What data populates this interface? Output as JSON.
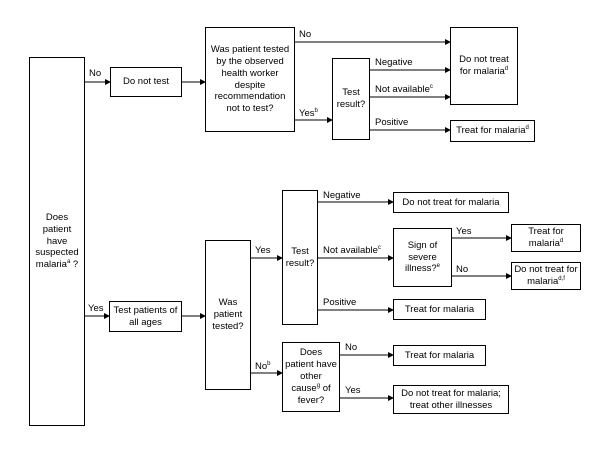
{
  "boxes": {
    "suspected_malaria": {
      "text": "Does patient have suspected malaria",
      "sup": "a",
      "suffix": " ?"
    },
    "do_not_test": {
      "text": "Do not test"
    },
    "tested_despite": {
      "text": "Was patient tested by the observed health worker despite recommendation not to test?"
    },
    "test_result_top": {
      "text": "Test result?"
    },
    "do_not_treat_top": {
      "text": "Do not treat for malaria",
      "sup": "d"
    },
    "treat_top": {
      "text": "Treat for malaria",
      "sup": "d"
    },
    "test_all_ages": {
      "text": "Test patients of all ages"
    },
    "was_tested": {
      "text": "Was patient tested?"
    },
    "test_result_mid": {
      "text": "Test result?"
    },
    "do_not_treat_neg": {
      "text": "Do not treat for malaria"
    },
    "severe_illness": {
      "text": "Sign of severe illness?",
      "sup": "e"
    },
    "treat_severe": {
      "text": "Treat for malaria",
      "sup": "d"
    },
    "do_not_treat_severe": {
      "text": "Do not treat for malaria",
      "sup": "d,f"
    },
    "treat_positive": {
      "text": "Treat for malaria"
    },
    "other_cause": {
      "text_pre": "Does patient have other cause",
      "sup": "g",
      "text_post": " of fever?"
    },
    "treat_no_other": {
      "text": "Treat for malaria"
    },
    "do_not_treat_other": {
      "text": "Do not treat for malaria; treat other illnesses"
    }
  },
  "labels": {
    "no_1": {
      "text": "No"
    },
    "yes_1": {
      "text": "Yes"
    },
    "no_2": {
      "text": "No"
    },
    "yes_2": {
      "text": "Yes",
      "sup": "b"
    },
    "negative_1": {
      "text": "Negative"
    },
    "not_available_1": {
      "text": "Not available",
      "sup": "c"
    },
    "positive_1": {
      "text": "Positive"
    },
    "yes_3": {
      "text": "Yes"
    },
    "no_3": {
      "text": "No",
      "sup": "b"
    },
    "negative_2": {
      "text": "Negative"
    },
    "not_available_2": {
      "text": "Not available",
      "sup": "c"
    },
    "positive_2": {
      "text": "Positive"
    },
    "yes_4": {
      "text": "Yes"
    },
    "no_4": {
      "text": "No"
    },
    "no_5": {
      "text": "No"
    },
    "yes_5": {
      "text": "Yes"
    }
  }
}
